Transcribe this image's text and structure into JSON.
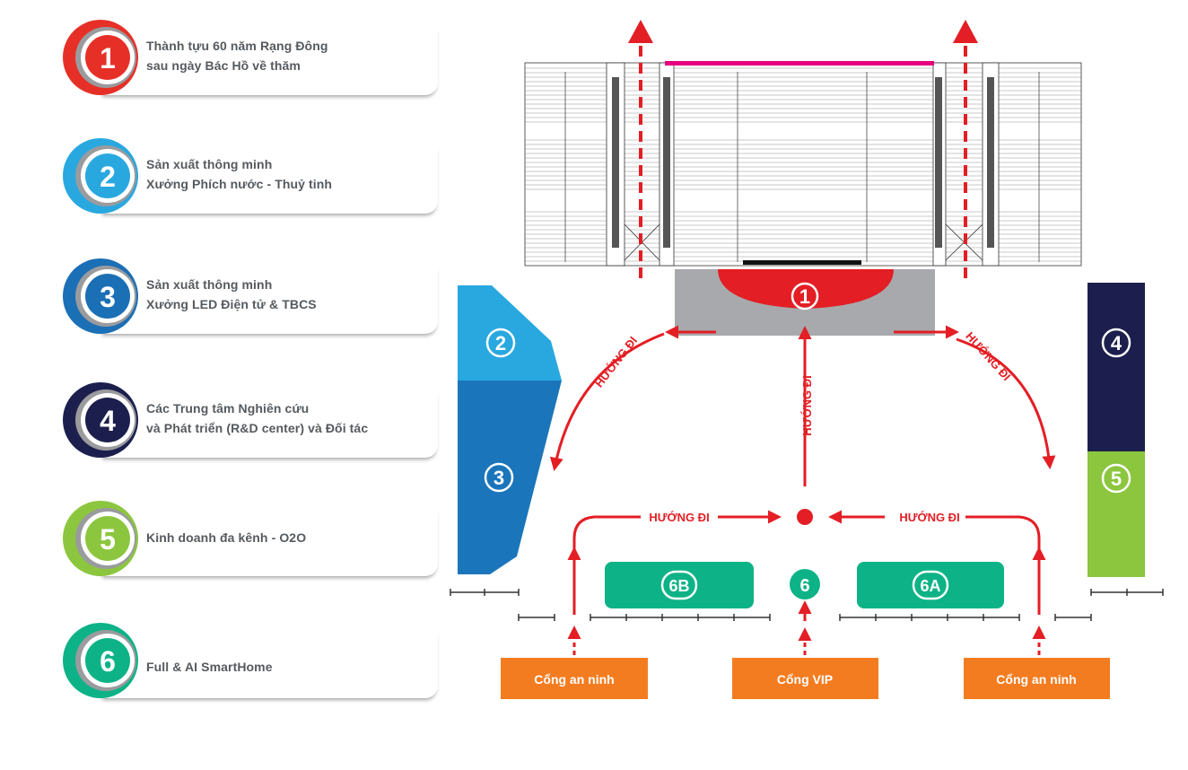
{
  "legend": [
    {
      "number": "1",
      "line1": "Thành tựu 60 năm Rạng Đông",
      "line2": "sau ngày Bác Hồ về thăm",
      "color": "#e63027"
    },
    {
      "number": "2",
      "line1": "Sản xuất thông minh",
      "line2": "Xưởng Phích nước - Thuỷ tinh",
      "color": "#29a8e0"
    },
    {
      "number": "3",
      "line1": "Sản xuất thông minh",
      "line2": "Xưởng LED Điện tử & TBCS",
      "color": "#1b6fb5"
    },
    {
      "number": "4",
      "line1": "Các Trung tâm Nghiên cứu",
      "line2": "và Phát triển (R&D center) và Đối tác",
      "color": "#1c1f4d"
    },
    {
      "number": "5",
      "line1": "Kinh doanh đa kênh - O2O",
      "line2": "",
      "color": "#8cc63f"
    },
    {
      "number": "6",
      "line1": "Full & AI SmartHome",
      "line2": "",
      "color": "#0db386"
    }
  ],
  "map": {
    "zones": {
      "z1": "1",
      "z2": "2",
      "z3": "3",
      "z4": "4",
      "z5": "5",
      "z6": "6",
      "z6a": "6A",
      "z6b": "6B"
    },
    "direction_label": "HƯỚNG ĐI",
    "gates": {
      "left": "Cổng an ninh",
      "center": "Cổng VIP",
      "right": "Cổng an ninh"
    }
  },
  "colors": {
    "arrow_red": "#e31e24",
    "gate_orange": "#f47c20",
    "zone1_gray": "#a7a9ac",
    "zone2_blue": "#29a8e0",
    "zone3_blue": "#1b75bb",
    "zone4_navy": "#1c1f4d",
    "zone5_green": "#8cc63f",
    "zone6_teal": "#0db386",
    "magenta_bar": "#e6007e"
  }
}
